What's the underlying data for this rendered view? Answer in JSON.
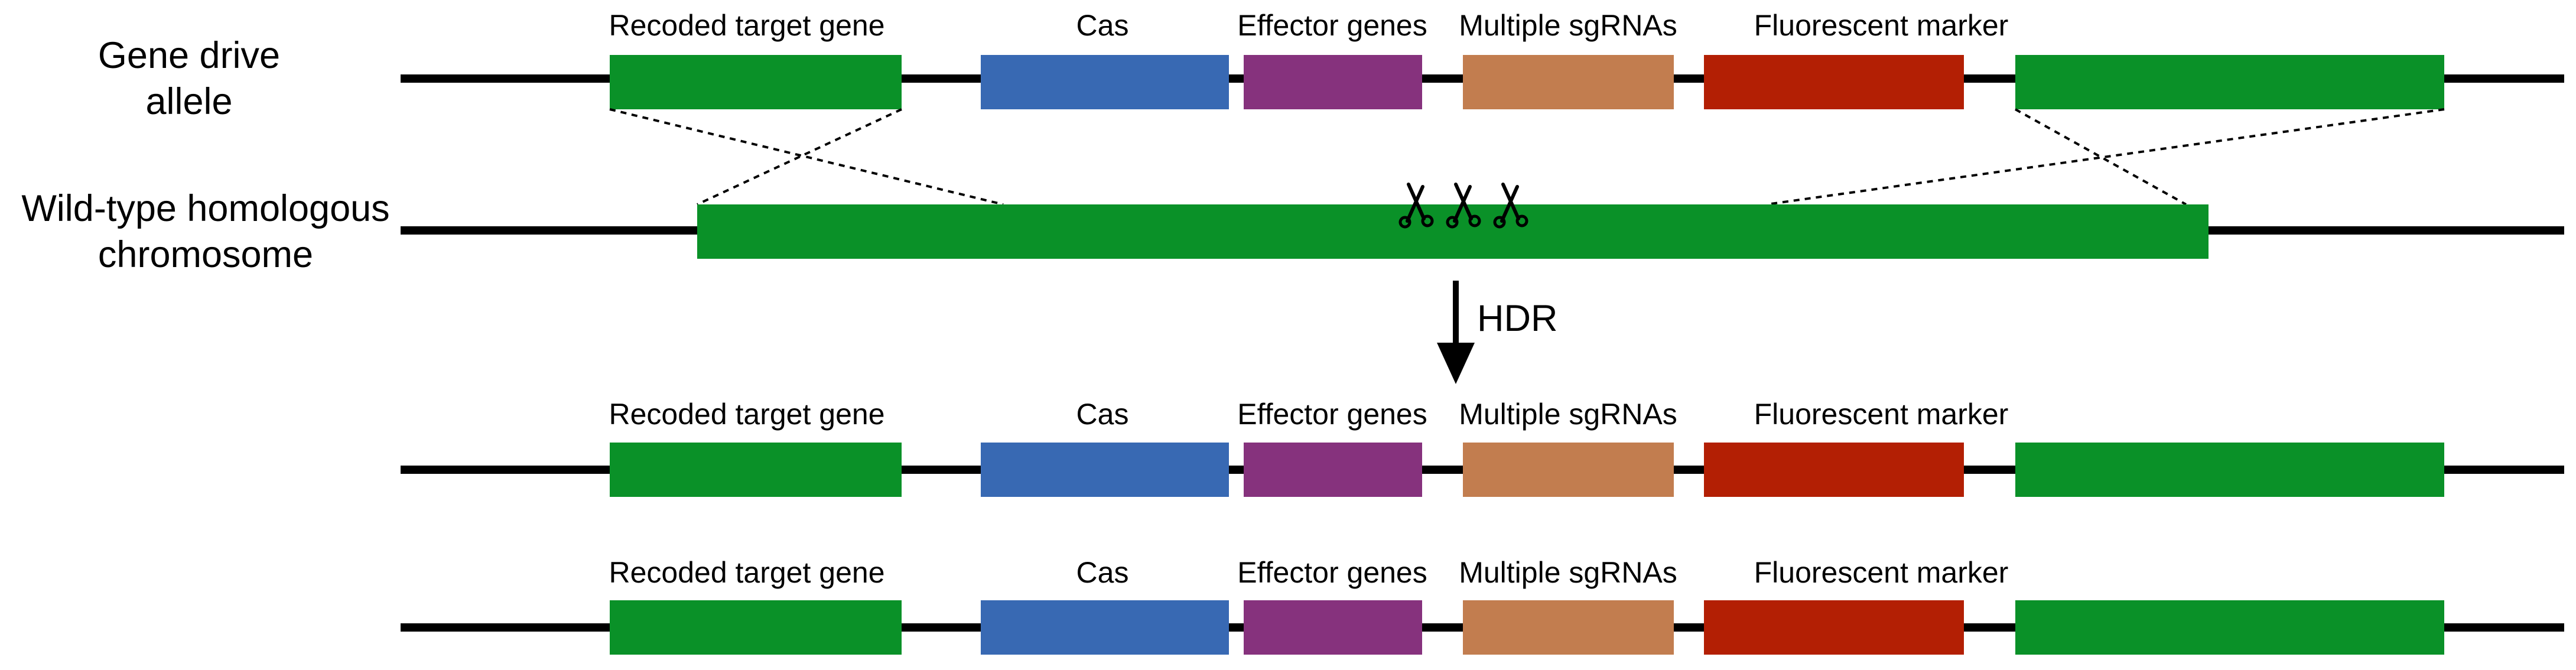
{
  "rows": {
    "gene_drive": {
      "title_lines": [
        "Gene drive",
        "allele"
      ]
    },
    "wild_type": {
      "title_lines": [
        "Wild-type homologous",
        "chromosome"
      ]
    }
  },
  "labels": {
    "recoded": "Recoded target gene",
    "cas": "Cas",
    "effector": "Effector genes",
    "sgrnas": "Multiple sgRNAs",
    "marker": "Fluorescent marker"
  },
  "arrow_label": "HDR",
  "colors": {
    "recoded": "#0a9128",
    "homology_arm": "#0a9128",
    "cas": "#3869b3",
    "effector": "#86327d",
    "sgrnas": "#c27d4f",
    "marker": "#b31f04",
    "wild_type_gene": "#0a9128",
    "chromosome_line": "#000000"
  },
  "icons": {
    "cut_site": "scissors-icon",
    "count": 3
  }
}
